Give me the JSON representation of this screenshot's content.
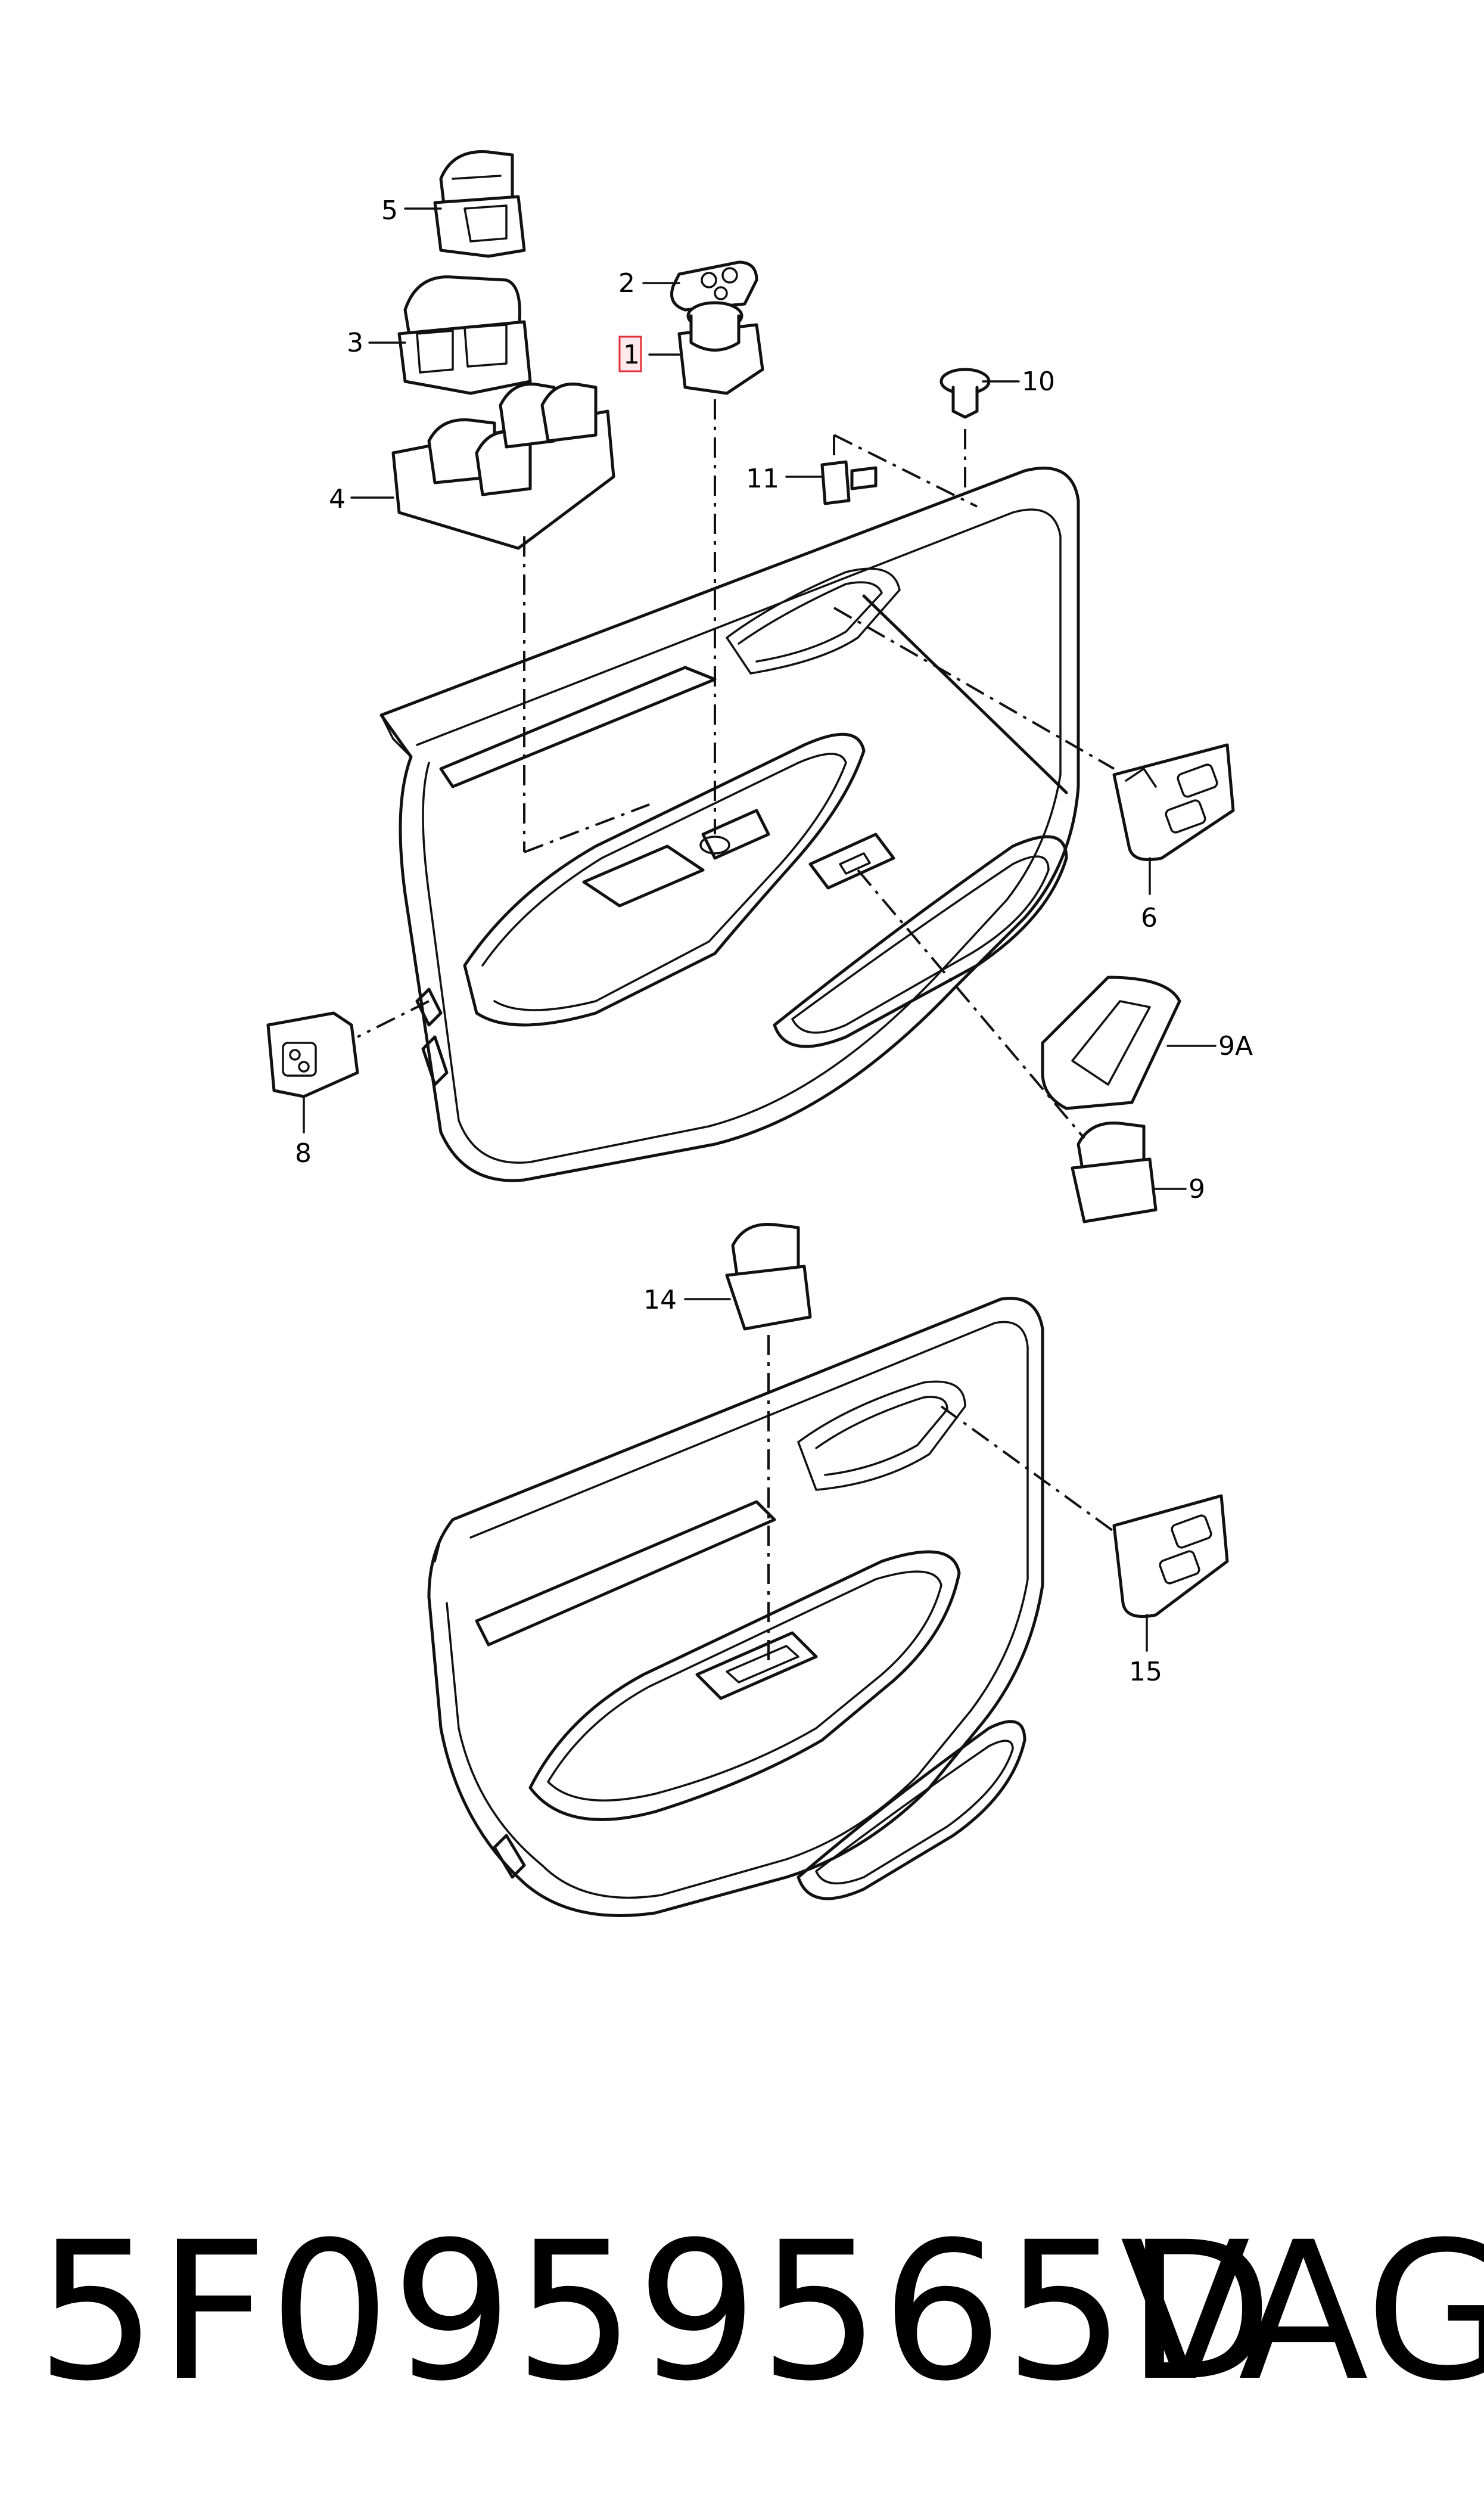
{
  "callouts": {
    "c1": "1",
    "c2": "2",
    "c3": "3",
    "c4": "4",
    "c5": "5",
    "c6": "6",
    "c8": "8",
    "c9": "9",
    "c9a": "9A",
    "c10": "10",
    "c11": "11",
    "c14": "14",
    "c15": "15"
  },
  "footer": {
    "part_number": "5F0959565D",
    "brand": "VAG"
  },
  "colors": {
    "highlight_box": "#e0303a",
    "line": "#111111",
    "background": "#ffffff"
  }
}
